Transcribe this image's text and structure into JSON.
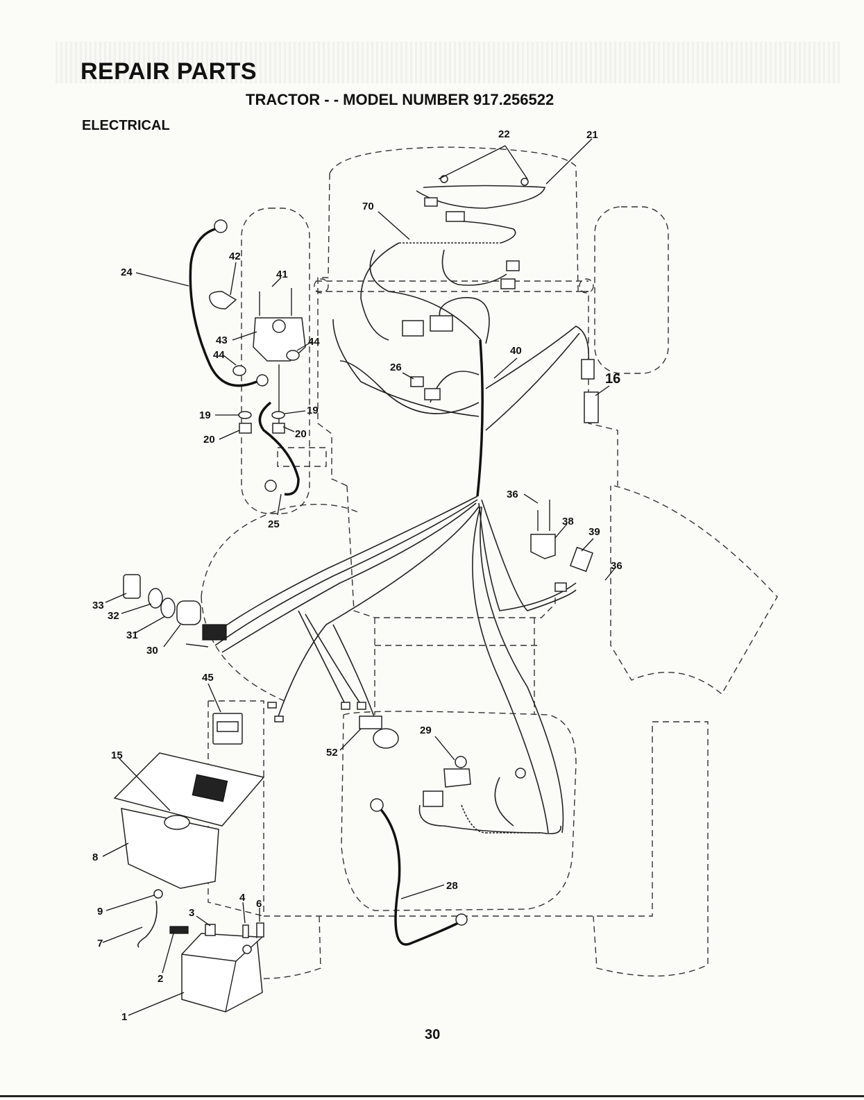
{
  "header": {
    "title": "REPAIR PARTS",
    "subtitle": "TRACTOR - - MODEL NUMBER 917.256522",
    "section": "ELECTRICAL"
  },
  "page_number": "30",
  "callouts": [
    "1",
    "2",
    "3",
    "4",
    "6",
    "7",
    "8",
    "9",
    "15",
    "16",
    "19",
    "19",
    "20",
    "20",
    "21",
    "22",
    "24",
    "25",
    "26",
    "28",
    "29",
    "30",
    "31",
    "32",
    "33",
    "36",
    "36",
    "38",
    "39",
    "40",
    "41",
    "42",
    "43",
    "44",
    "44",
    "45",
    "52",
    "70"
  ]
}
